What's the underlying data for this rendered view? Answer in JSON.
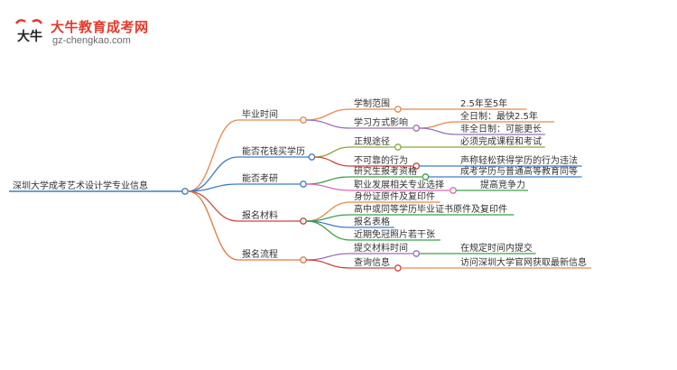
{
  "logo": {
    "title": "大牛教育成考网",
    "url": "gz-chengkao.com",
    "mark_text": "大牛"
  },
  "root": "深圳大学成考艺术设计学专业信息",
  "branches": [
    {
      "label": "毕业时间",
      "color": "#e8894a",
      "children": [
        {
          "label": "学制范围",
          "color": "#e8894a",
          "leaves": [
            {
              "label": "2.5年至5年",
              "color": "#e8894a"
            }
          ]
        },
        {
          "label": "学习方式影响",
          "color": "#9b6fb8",
          "leaves": [
            {
              "label": "全日制：最快2.5年",
              "color": "#e8894a"
            },
            {
              "label": "非全日制：可能更长",
              "color": "#9b6fb8"
            }
          ]
        }
      ]
    },
    {
      "label": "能否花钱买学历",
      "color": "#3d7cc9",
      "children": [
        {
          "label": "正规途径",
          "color": "#8aa83b",
          "leaves": [
            {
              "label": "必须完成课程和考试",
              "color": "#8aa83b"
            }
          ]
        },
        {
          "label": "不可靠的行为",
          "color": "#d33f3f",
          "leaves": [
            {
              "label": "声称轻松获得学历的行为违法",
              "color": "#3d7cc9"
            }
          ]
        }
      ]
    },
    {
      "label": "能否考研",
      "color": "#3d7cc9",
      "children": [
        {
          "label": "研究生报考资格",
          "color": "#3aa04a",
          "leaves": [
            {
              "label": "成考学历与普通高等教育同等",
              "color": "#3d7cc9"
            }
          ]
        },
        {
          "label": "职业发展相关专业选择",
          "color": "#d96ab5",
          "leaves": [
            {
              "label": "提高竞争力",
              "color": "#3aa04a"
            }
          ]
        }
      ]
    },
    {
      "label": "报名材料",
      "color": "#c9463d",
      "children": [
        {
          "label": "身份证原件及复印件",
          "color": "#e8894a",
          "leaves": []
        },
        {
          "label": "高中或同等学历毕业证书原件及复印件",
          "color": "#3aa04a",
          "leaves": []
        },
        {
          "label": "报名表格",
          "color": "#3d7cc9",
          "leaves": []
        },
        {
          "label": "近期免冠照片若干张",
          "color": "#3aa04a",
          "leaves": []
        }
      ]
    },
    {
      "label": "报名流程",
      "color": "#e07b3a",
      "children": [
        {
          "label": "提交材料时间",
          "color": "#9b6fb8",
          "leaves": [
            {
              "label": "在规定时间内提交",
              "color": "#3aa04a"
            }
          ]
        },
        {
          "label": "查询信息",
          "color": "#c9463d",
          "leaves": [
            {
              "label": "访问深圳大学官网获取最新信息",
              "color": "#e8894a"
            }
          ]
        }
      ]
    }
  ]
}
